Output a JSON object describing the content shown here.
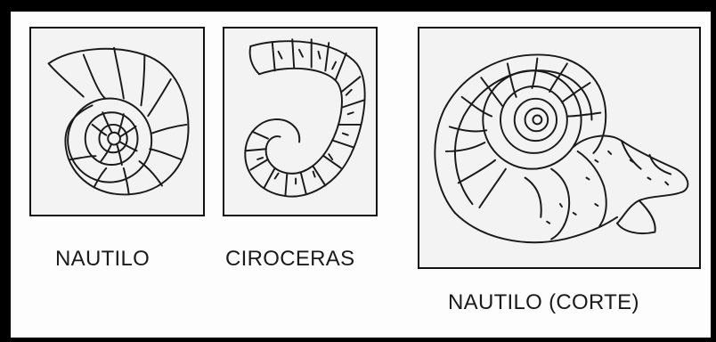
{
  "figure": {
    "panels": [
      {
        "name": "nautilo",
        "caption": "NAUTILO"
      },
      {
        "name": "ciroceras",
        "caption": "CIROCERAS"
      },
      {
        "name": "nautilo-corte",
        "caption": "NAUTILO (CORTE)"
      }
    ]
  },
  "colors": {
    "frame": "#000000",
    "ink": "#1a1a1a",
    "panel_background": "#f3f3f3"
  }
}
